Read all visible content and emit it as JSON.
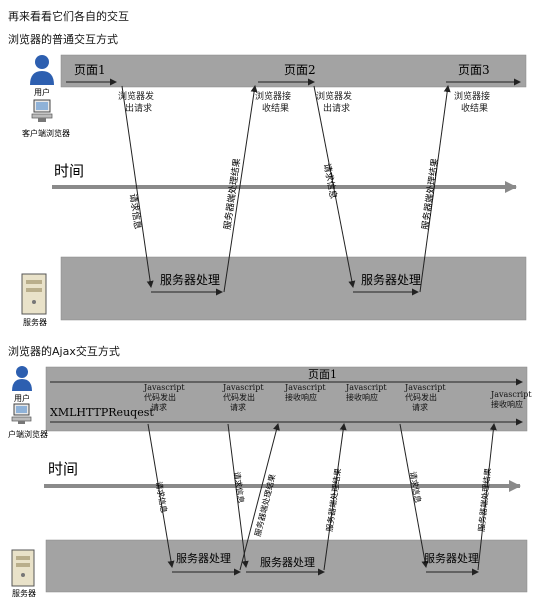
{
  "headings": {
    "main": "再来看看它们各自的交互",
    "normal": "浏览器的普通交互方式",
    "ajax": "浏览器的Ajax交互方式"
  },
  "normal_diagram": {
    "user_label": "用户",
    "client_label": "客户端浏览器",
    "server_label": "服务器",
    "time_label": "时间",
    "pages": [
      "页面1",
      "页面2",
      "页面3"
    ],
    "browser_actions": [
      "浏览器发出请求",
      "浏览器接收结果",
      "浏览器发出请求",
      "浏览器接收结果"
    ],
    "request_label": "请求信息",
    "response_label": "服务器端处理结果",
    "server_process": "服务器处理"
  },
  "ajax_diagram": {
    "user_label": "用户",
    "client_label": "户端浏览器",
    "server_label": "服务器",
    "time_label": "时间",
    "page_label": "页面1",
    "xhr_label": "XMLHTTPReuqest",
    "actions": [
      "Javascript代码发出请求",
      "Javascript代码发出请求",
      "Javascript接收响应",
      "Javascript接收响应",
      "Javascript代码发出请求",
      "Javascript接收响应"
    ],
    "request_label": "请求信息",
    "response_label": "服务器端处理结果",
    "server_process": "服务器处理"
  },
  "colors": {
    "band": "#a3a3a3",
    "time_arrow": "#8a8a8a",
    "lines": "#222222"
  }
}
